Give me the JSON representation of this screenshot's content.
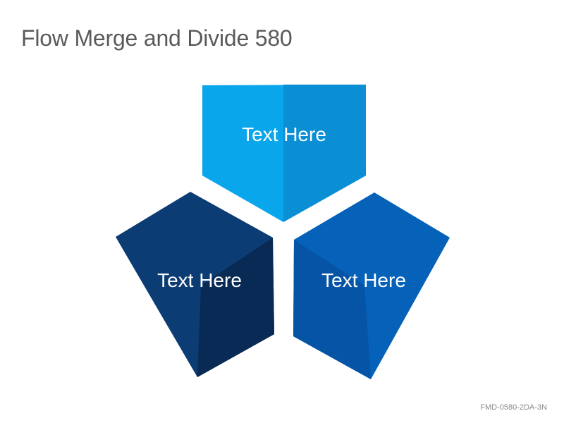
{
  "title": "Flow Merge and Divide 580",
  "shapes": [
    {
      "label": "Text Here",
      "color": "#0aa6ec",
      "shade": "#0a8ed4"
    },
    {
      "label": "Text Here",
      "color": "#0c3c74",
      "shade": "#092a55"
    },
    {
      "label": "Text Here",
      "color": "#0661b8",
      "shade": "#0554a6"
    }
  ],
  "footer_code": "FMD-0580-2DA-3N"
}
